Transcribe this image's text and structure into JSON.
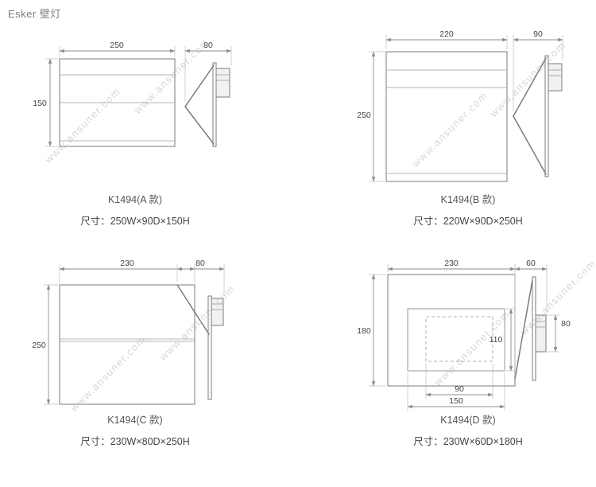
{
  "page": {
    "title": "Esker 壁灯"
  },
  "watermark": {
    "text": "www.ansuner.com"
  },
  "drawings": [
    {
      "caption": "K1494(A 款)",
      "size_label": "尺寸：250W×90D×150H",
      "dims": {
        "width": "250",
        "height": "150",
        "depth": "80"
      }
    },
    {
      "caption": "K1494(B 款)",
      "size_label": "尺寸：220W×90D×250H",
      "dims": {
        "width": "220",
        "height": "250",
        "depth": "90"
      }
    },
    {
      "caption": "K1494(C 款)",
      "size_label": "尺寸：230W×80D×250H",
      "dims": {
        "width": "230",
        "height": "250",
        "depth": "80"
      }
    },
    {
      "caption": "K1494(D 款)",
      "size_label": "尺寸：230W×60D×180H",
      "dims": {
        "width": "230",
        "height": "180",
        "depth": "60",
        "backplate_height": "80",
        "inner_height": "110",
        "inner_width": "90",
        "plate_width": "150"
      }
    }
  ]
}
